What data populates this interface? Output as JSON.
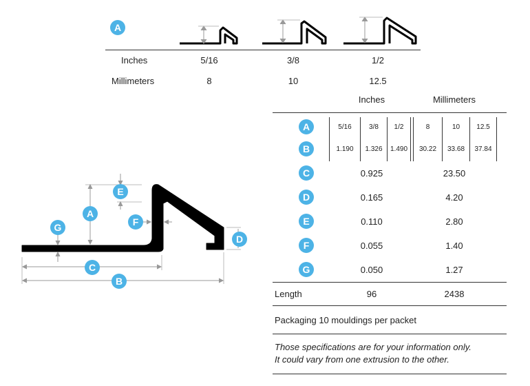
{
  "top": {
    "badge": "A",
    "row_inches_label": "Inches",
    "row_mm_label": "Millimeters",
    "sizes": [
      {
        "inches": "5/16",
        "mm": "8"
      },
      {
        "inches": "3/8",
        "mm": "10"
      },
      {
        "inches": "1/2",
        "mm": "12.5"
      }
    ]
  },
  "table": {
    "col_inches": "Inches",
    "col_mm": "Millimeters",
    "row_a": {
      "label": "A",
      "values": [
        "5/16",
        "3/8",
        "1/2",
        "8",
        "10",
        "12.5"
      ]
    },
    "row_b": {
      "label": "B",
      "values": [
        "1.190",
        "1.326",
        "1.490",
        "30.22",
        "33.68",
        "37.84"
      ]
    },
    "dims": [
      {
        "label": "C",
        "inches": "0.925",
        "mm": "23.50"
      },
      {
        "label": "D",
        "inches": "0.165",
        "mm": "4.20"
      },
      {
        "label": "E",
        "inches": "0.110",
        "mm": "2.80"
      },
      {
        "label": "F",
        "inches": "0.055",
        "mm": "1.40"
      },
      {
        "label": "G",
        "inches": "0.050",
        "mm": "1.27"
      }
    ],
    "length_label": "Length",
    "length_inches": "96",
    "length_mm": "2438",
    "packaging": "Packaging 10 mouldings per packet",
    "note_line1": "Those specifications are for your information only.",
    "note_line2": "It could vary from one extrusion to the other."
  },
  "diagram": {
    "labels": [
      "A",
      "B",
      "C",
      "D",
      "E",
      "F",
      "G"
    ]
  }
}
